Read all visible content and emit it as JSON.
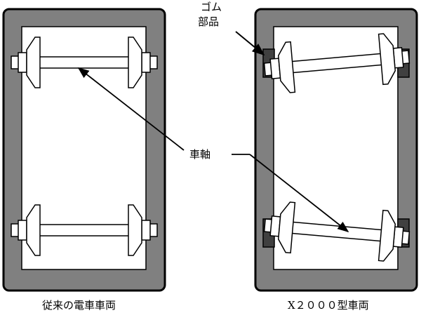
{
  "labels": {
    "rubber_parts": [
      "ゴム",
      "部品"
    ],
    "axle": "車軸",
    "left_caption": "従来の電車車両",
    "right_caption": "X２０００型車両"
  },
  "colors": {
    "frame": "#808080",
    "rubber": "#404040",
    "line": "#000000",
    "background": "#ffffff"
  }
}
